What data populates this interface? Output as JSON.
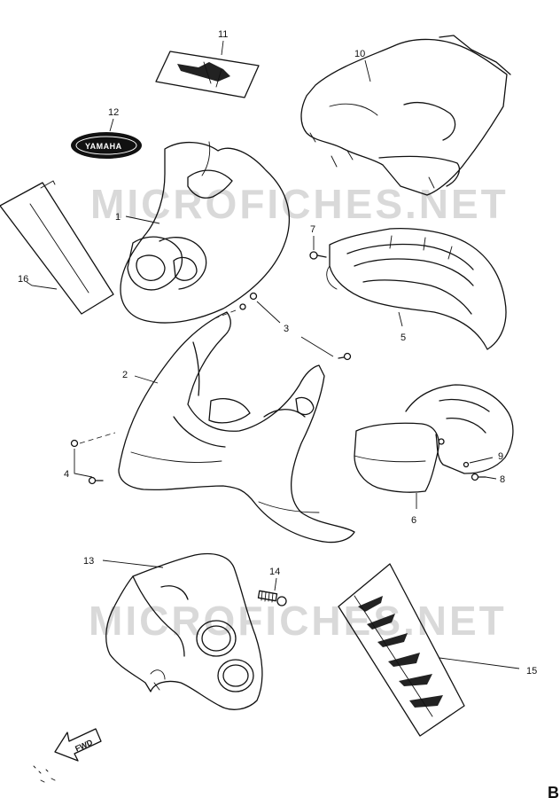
{
  "watermarks": [
    "MICROFICHES.NET",
    "MICROFICHES.NET"
  ],
  "callouts": [
    {
      "id": "1",
      "label": "1"
    },
    {
      "id": "2",
      "label": "2"
    },
    {
      "id": "3",
      "label": "3"
    },
    {
      "id": "4",
      "label": "4"
    },
    {
      "id": "5",
      "label": "5"
    },
    {
      "id": "6",
      "label": "6"
    },
    {
      "id": "7",
      "label": "7"
    },
    {
      "id": "8",
      "label": "8"
    },
    {
      "id": "9",
      "label": "9"
    },
    {
      "id": "10",
      "label": "10"
    },
    {
      "id": "11",
      "label": "11"
    },
    {
      "id": "12",
      "label": "12"
    },
    {
      "id": "13",
      "label": "13"
    },
    {
      "id": "14",
      "label": "14"
    },
    {
      "id": "15",
      "label": "15"
    },
    {
      "id": "16",
      "label": "16"
    }
  ],
  "emblem_text": "YAMAHA",
  "direction_arrow_label": "FWD",
  "corner_mark": "B"
}
